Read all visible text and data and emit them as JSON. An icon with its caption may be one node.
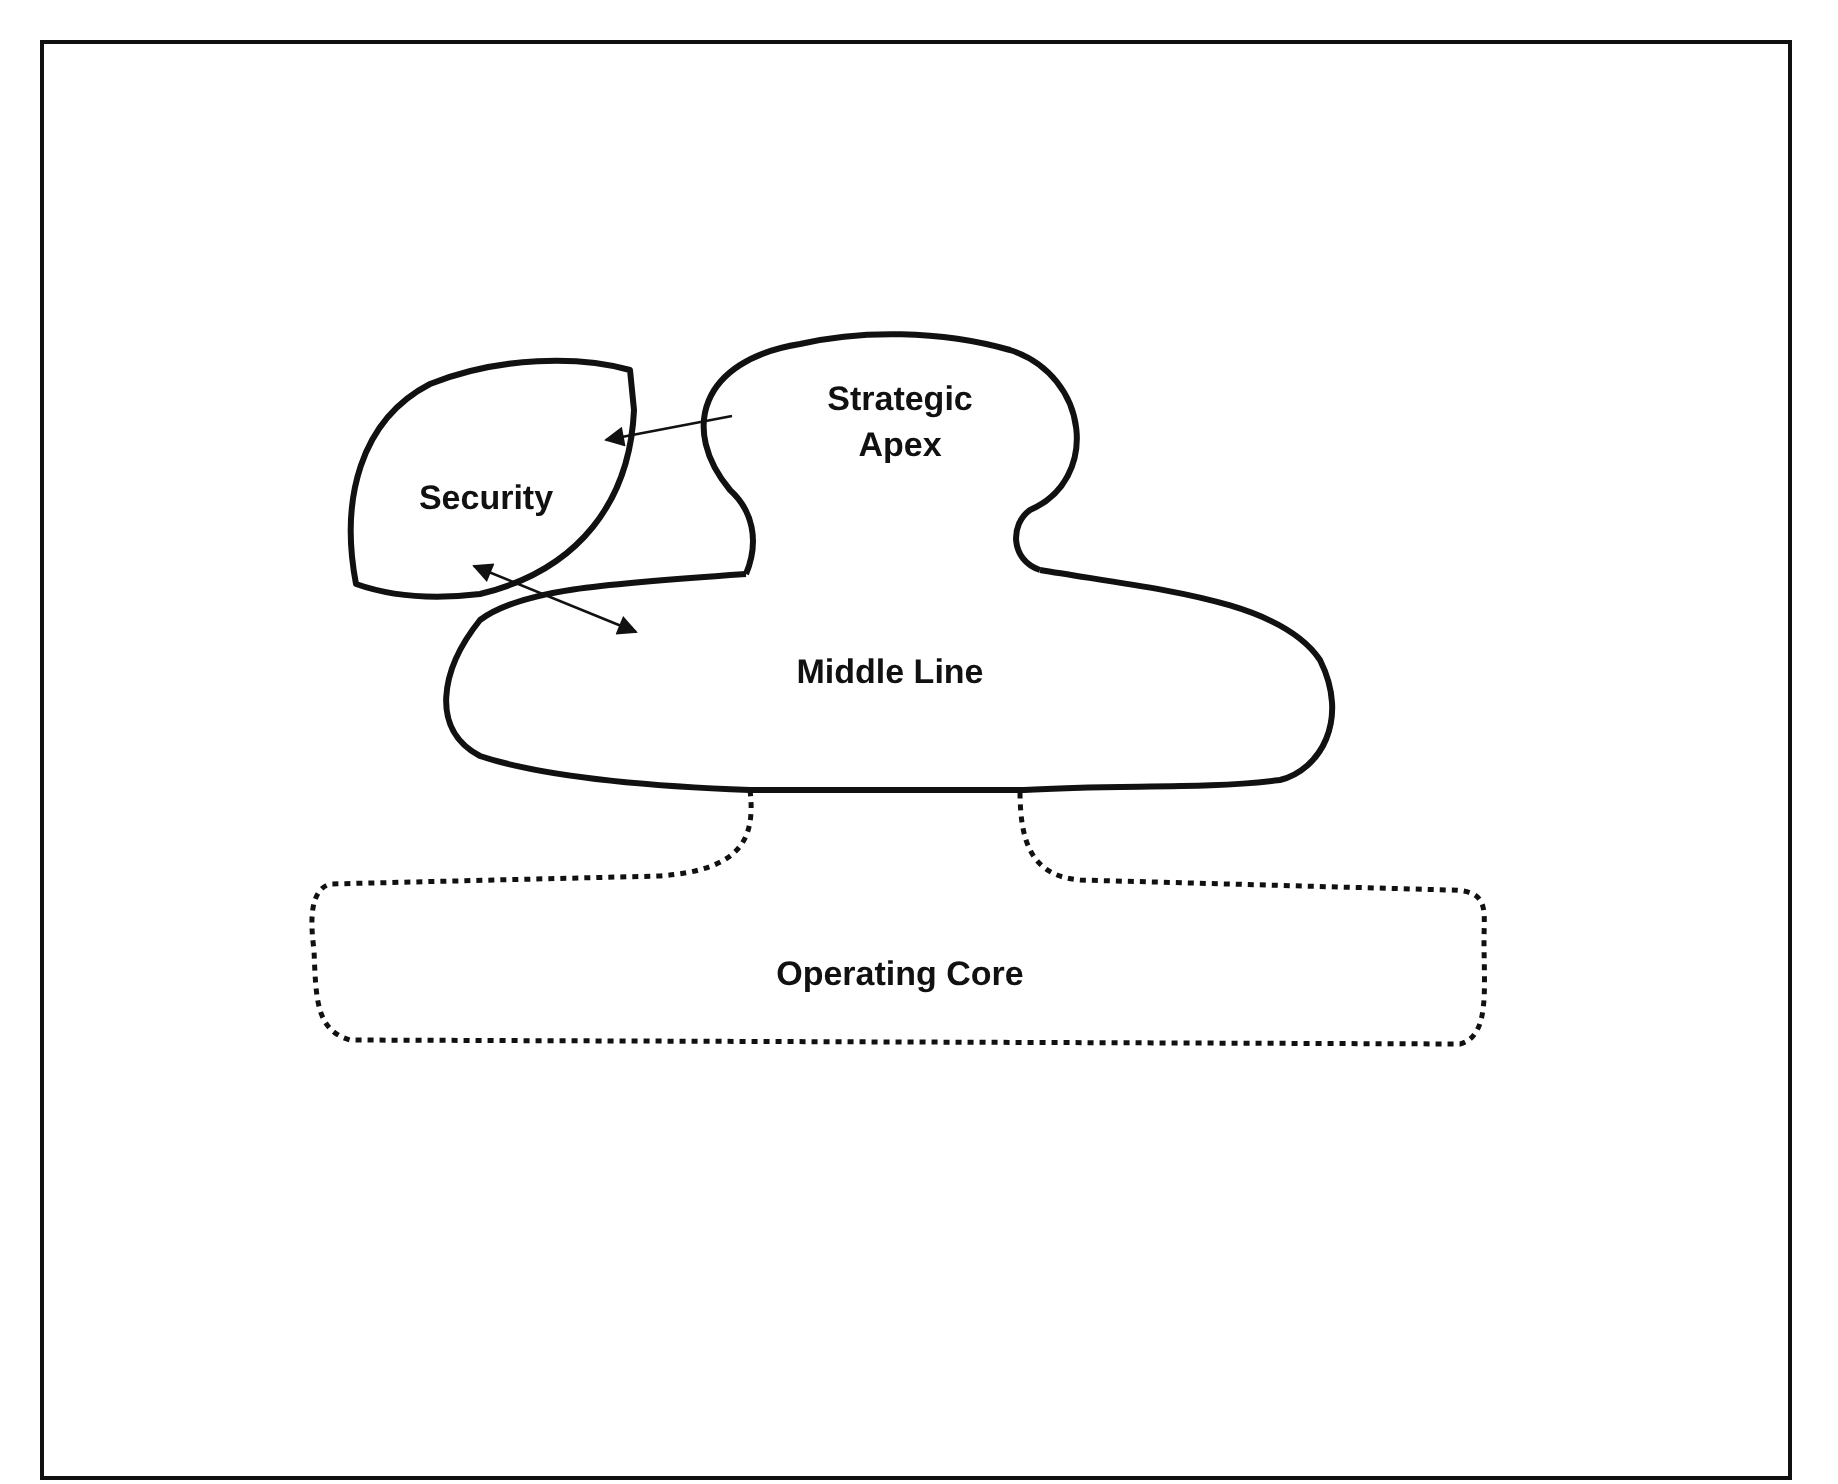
{
  "diagram": {
    "nodes": [
      {
        "text": [
          "Security"
        ]
      },
      {
        "text": [
          "Strategic Apex"
        ]
      },
      {
        "text": [
          "Middle Line"
        ]
      },
      {
        "text": [
          "Operating Core"
        ]
      }
    ],
    "edges": [
      {
        "from": 1,
        "to": 0,
        "arrow": "to"
      },
      {
        "from": 0,
        "to": 2,
        "arrow": "both"
      }
    ]
  }
}
